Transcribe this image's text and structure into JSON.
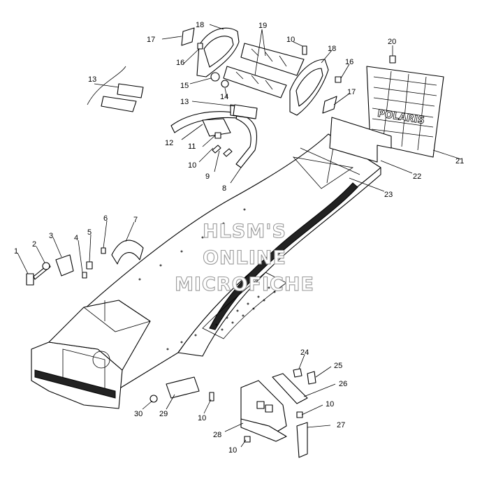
{
  "watermark": {
    "line1": "HLSM'S",
    "line2": "ONLINE",
    "line3": "MICROFICHE"
  },
  "callouts": [
    {
      "id": "1",
      "label": "1"
    },
    {
      "id": "2",
      "label": "2"
    },
    {
      "id": "3",
      "label": "3"
    },
    {
      "id": "4",
      "label": "4"
    },
    {
      "id": "5",
      "label": "5"
    },
    {
      "id": "6",
      "label": "6"
    },
    {
      "id": "7",
      "label": "7"
    },
    {
      "id": "8",
      "label": "8"
    },
    {
      "id": "9",
      "label": "9"
    },
    {
      "id": "10a",
      "label": "10"
    },
    {
      "id": "10b",
      "label": "10"
    },
    {
      "id": "10c",
      "label": "10"
    },
    {
      "id": "10d",
      "label": "10"
    },
    {
      "id": "10e",
      "label": "10"
    },
    {
      "id": "11",
      "label": "11"
    },
    {
      "id": "12",
      "label": "12"
    },
    {
      "id": "13a",
      "label": "13"
    },
    {
      "id": "13b",
      "label": "13"
    },
    {
      "id": "14",
      "label": "14"
    },
    {
      "id": "15",
      "label": "15"
    },
    {
      "id": "16a",
      "label": "16"
    },
    {
      "id": "16b",
      "label": "16"
    },
    {
      "id": "17a",
      "label": "17"
    },
    {
      "id": "17b",
      "label": "17"
    },
    {
      "id": "18a",
      "label": "18"
    },
    {
      "id": "18b",
      "label": "18"
    },
    {
      "id": "19",
      "label": "19"
    },
    {
      "id": "20",
      "label": "20"
    },
    {
      "id": "21",
      "label": "21"
    },
    {
      "id": "22",
      "label": "22"
    },
    {
      "id": "23",
      "label": "23"
    },
    {
      "id": "24",
      "label": "24"
    },
    {
      "id": "25",
      "label": "25"
    },
    {
      "id": "26",
      "label": "26"
    },
    {
      "id": "27",
      "label": "27"
    },
    {
      "id": "28",
      "label": "28"
    },
    {
      "id": "29",
      "label": "29"
    },
    {
      "id": "30",
      "label": "30"
    }
  ],
  "flap_logo": {
    "text": "POLARIS"
  }
}
